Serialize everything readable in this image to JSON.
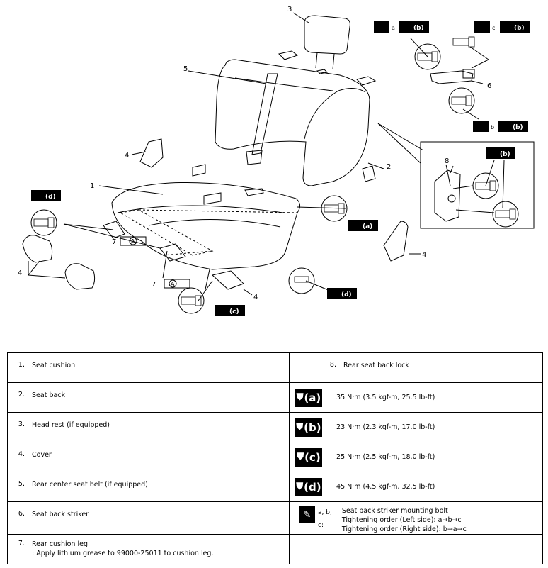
{
  "callouts": {
    "c1": "1",
    "c2": "2",
    "c3": "3",
    "c4a": "4",
    "c4b": "4",
    "c4c": "4",
    "c4d": "4",
    "c5": "5",
    "c6": "6",
    "c7a": "7",
    "c7b": "7",
    "c8": "8",
    "tag_a": "a",
    "tag_b": "b",
    "tag_c": "c",
    "badge_a": "(a)",
    "badge_b": "(b)",
    "badge_c": "(c)",
    "badge_d": "(d)",
    "leg_a": "A"
  },
  "legend": {
    "rows": [
      {
        "num": "1.",
        "label": "Seat cushion",
        "right_num": "8.",
        "right_label": "Rear seat back lock"
      },
      {
        "num": "2.",
        "label": "Seat back",
        "sym": "a",
        "value": "35 N·m (3.5 kgf-m, 25.5 lb-ft)"
      },
      {
        "num": "3.",
        "label": "Head rest (if equipped)",
        "sym": "b",
        "value": "23 N·m (2.3 kgf-m, 17.0 lb-ft)"
      },
      {
        "num": "4.",
        "label": "Cover",
        "sym": "c",
        "value": "25 N·m (2.5 kgf-m, 18.0 lb-ft)"
      },
      {
        "num": "5.",
        "label": "Rear center seat belt (if equipped)",
        "sym": "d",
        "value": "45 N·m (4.5 kgf-m, 32.5 lb-ft)"
      },
      {
        "num": "6.",
        "label": "Seat back striker",
        "grease_tag1": "a, b,",
        "grease_tag2": "c:",
        "line1": "Seat back striker mounting bolt",
        "line2": "Tightening order (Left side): a→b→c",
        "line3": "Tightening order (Right side): b→a→c"
      },
      {
        "num": "7.",
        "label": "Rear cushion leg",
        "label2": ": Apply lithium grease to 99000-25011 to cushion leg."
      }
    ],
    "sym_a": "(a)",
    "sym_b": "(b)",
    "sym_c": "(c)",
    "sym_d": "(d)",
    "colon": ":"
  }
}
